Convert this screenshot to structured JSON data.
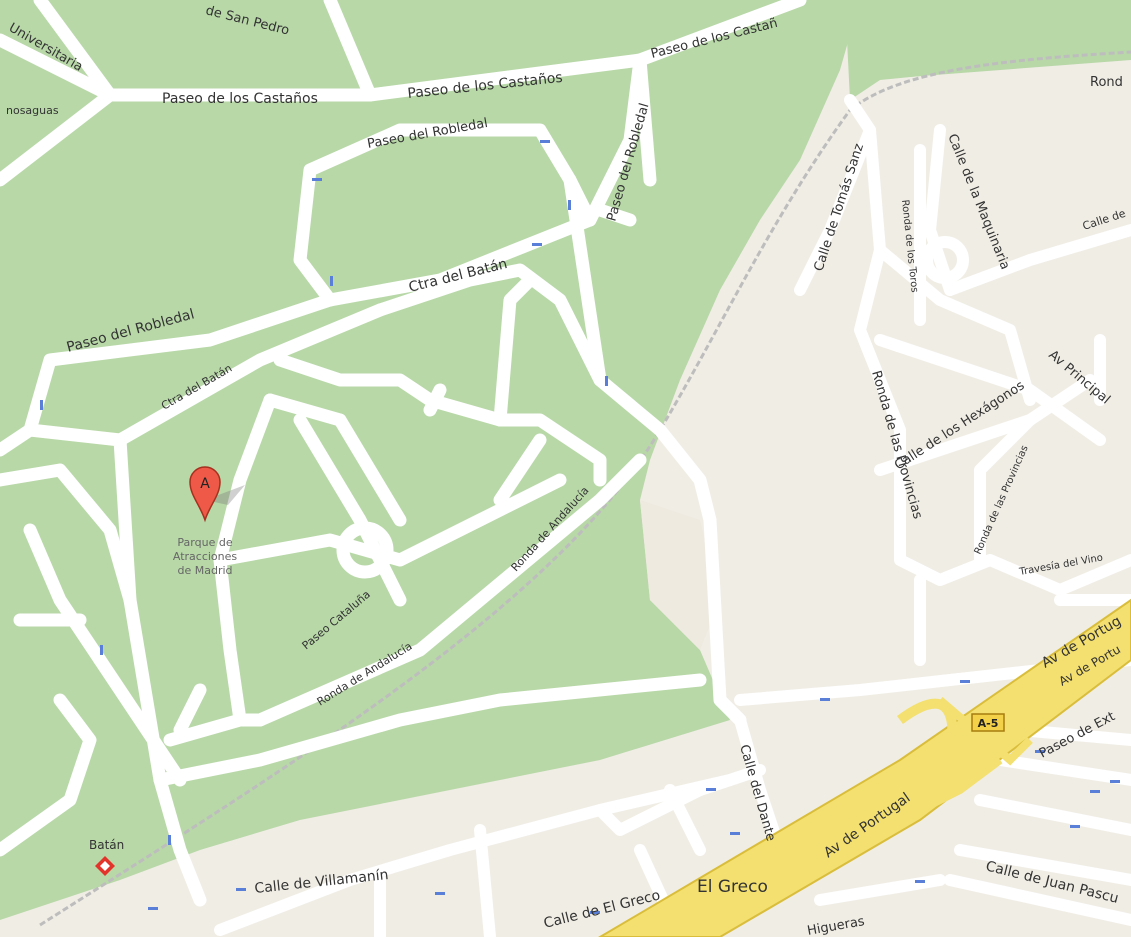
{
  "map": {
    "streets": {
      "paseo_san_pedro": "de San Pedro",
      "universitaria": "Universitaria",
      "nosaguas": "nosaguas",
      "castanos_1": "Paseo de los Castaños",
      "castanos_2": "Paseo de los Castaños",
      "castanos_3": "Paseo de los Castañ",
      "robledal_1": "Paseo del Robledal",
      "robledal_2": "Paseo del Robledal",
      "robledal_3": "Paseo del Robledal",
      "batan_1": "Ctra del Batán",
      "batan_2": "Ctra del Batán",
      "cataluna": "Paseo Cataluña",
      "andalucia_1": "Ronda de Andalucía",
      "andalucia_2": "Ronda de Andalucía",
      "tomas_sanz": "Calle de Tomás Sanz",
      "ronda_toros": "Ronda de los Toros",
      "maquinaria": "Calle de la Maquinaria",
      "calle_de": "Calle de",
      "ronda_top": "Rond",
      "hexagonos": "Calle de los Hexágonos",
      "principal": "Av Principal",
      "provincias_1": "Ronda de las Provincias",
      "provincias_2": "Ronda de las Provincias",
      "travesia": "Travesía del Vino",
      "portugal_1": "Av de Portug",
      "portugal_2": "Av de Portu",
      "portugal_3": "Av de Portugal",
      "paseo_ext": "Paseo de Ext",
      "dante": "Calle del Dante",
      "villamanin": "Calle de Villamanín",
      "el_greco_street": "Calle de El Greco",
      "juan_pascual": "Calle de Juan Pascu",
      "higueras": "Higueras"
    },
    "places": {
      "marker_letter": "A",
      "marker_label_line1": "Parque de",
      "marker_label_line2": "Atracciones",
      "marker_label_line3": "de Madrid",
      "metro_station": "Batán",
      "el_greco_area": "El Greco",
      "highway_shield": "A-5"
    },
    "colors": {
      "park": "#b8d8a8",
      "land": "#f0ede5",
      "road": "#ffffff",
      "highway": "#f3e070",
      "highway_edge": "#d9bd3b",
      "marker": "#ee5a47",
      "metro": "#e2342a",
      "arrow": "#5a7fd8"
    }
  }
}
